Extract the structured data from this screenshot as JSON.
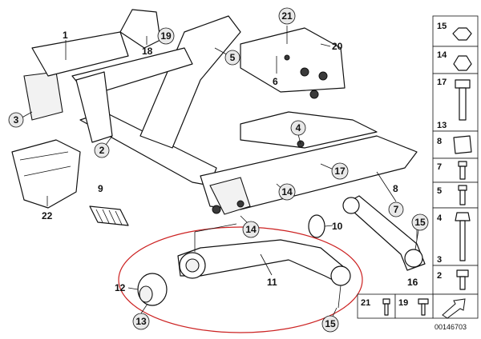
{
  "callouts": {
    "c1": "1",
    "c2": "2",
    "c3": "3",
    "c4": "4",
    "c5": "5",
    "c6": "6",
    "c7": "7",
    "c8": "8",
    "c9": "9",
    "c10": "10",
    "c11": "11",
    "c12": "12",
    "c13": "13",
    "c14a": "14",
    "c14b": "14",
    "c15a": "15",
    "c15b": "15",
    "c16": "16",
    "c17": "17",
    "c18": "18",
    "c19": "19",
    "c20": "20",
    "c21": "21",
    "c22": "22"
  },
  "side_panel": {
    "items": [
      "15",
      "14",
      "17",
      "13",
      "8",
      "7",
      "5",
      "4",
      "3",
      "2"
    ]
  },
  "bottom_panel": {
    "items": [
      "21",
      "19"
    ]
  },
  "diagram_ref": "00146703",
  "colors": {
    "line": "#111111",
    "bubble": "#e9e9e9",
    "highlight": "#cc2222",
    "panel_bg": "#ffffff"
  },
  "icons": {
    "corner": "arrow-icon"
  }
}
